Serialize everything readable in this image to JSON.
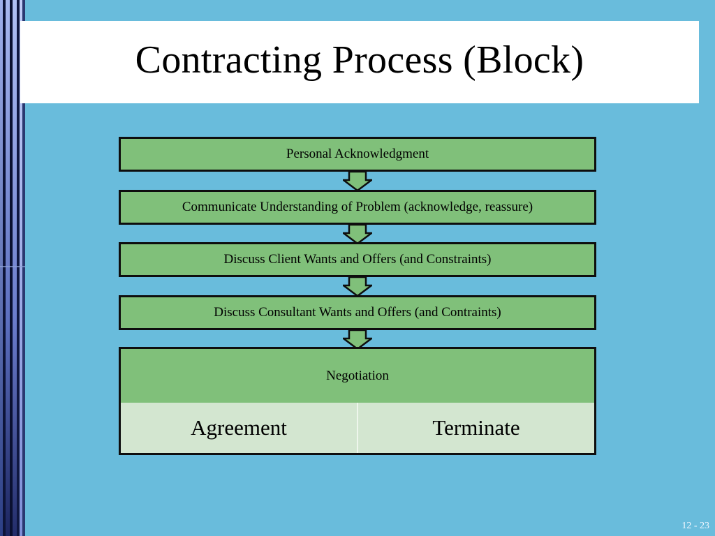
{
  "slide": {
    "title": "Contracting Process (Block)",
    "slide_number": "12 - 23"
  },
  "process": {
    "steps": [
      "Personal Acknowledgment",
      "Communicate Understanding of Problem (acknowledge, reassure)",
      "Discuss Client Wants and Offers (and Constraints)",
      "Discuss Consultant Wants and Offers (and Contraints)"
    ],
    "final_step": {
      "label": "Negotiation",
      "outcomes": [
        "Agreement",
        "Terminate"
      ]
    }
  },
  "colors": {
    "background": "#69bcdc",
    "step_fill": "#80c07a",
    "outcome_fill": "#d3e6d0",
    "border": "#0e0e0e"
  },
  "icons": [
    "down-arrow-icon"
  ]
}
